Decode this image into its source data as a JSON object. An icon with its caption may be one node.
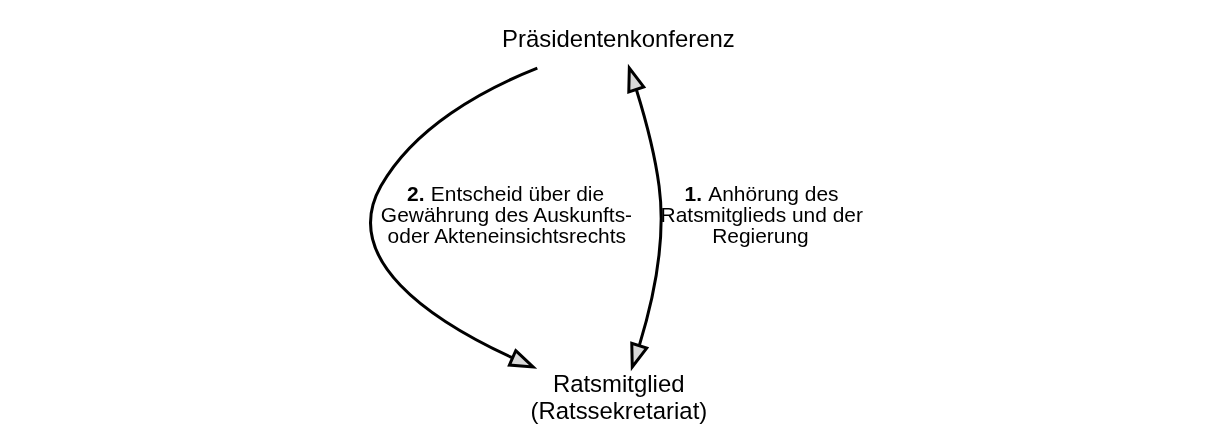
{
  "diagram": {
    "nodes": [
      {
        "text": [
          "Präsidentenkonferenz"
        ]
      },
      {
        "text": [
          "Ratsmitglied (Ratssekretariat)"
        ]
      }
    ],
    "edges": [
      {
        "from": 0,
        "to": 1,
        "arrow": "to",
        "label": "**2.** Entscheid über die Gewährung des Auskunfts- oder Akteneinsichtsrechts"
      },
      {
        "from": 0,
        "to": 1,
        "arrow": "both",
        "label": "**1.** Anhörung des Ratsmitglieds und der Regierung"
      }
    ]
  }
}
